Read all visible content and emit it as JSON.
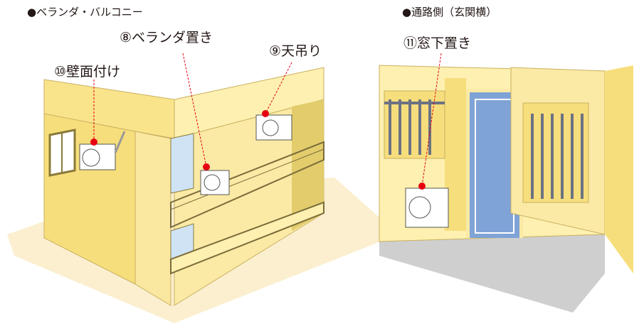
{
  "sections": {
    "balcony": "●ベランダ・バルコニー",
    "passage": "●通路側（玄関横）"
  },
  "labels": {
    "balcony_floor": "⑧ベランダ置き",
    "ceiling_hung": "⑨天吊り",
    "wall_mounted": "⑩壁面付け",
    "under_window": "⑪窓下置き"
  },
  "colors": {
    "wall_light": "#fdf0b0",
    "wall_mid": "#f7de7c",
    "wall_dark": "#e2cc6c",
    "door": "#7fa3d6",
    "floor": "#cfcfcf",
    "marker": "#e60012"
  }
}
